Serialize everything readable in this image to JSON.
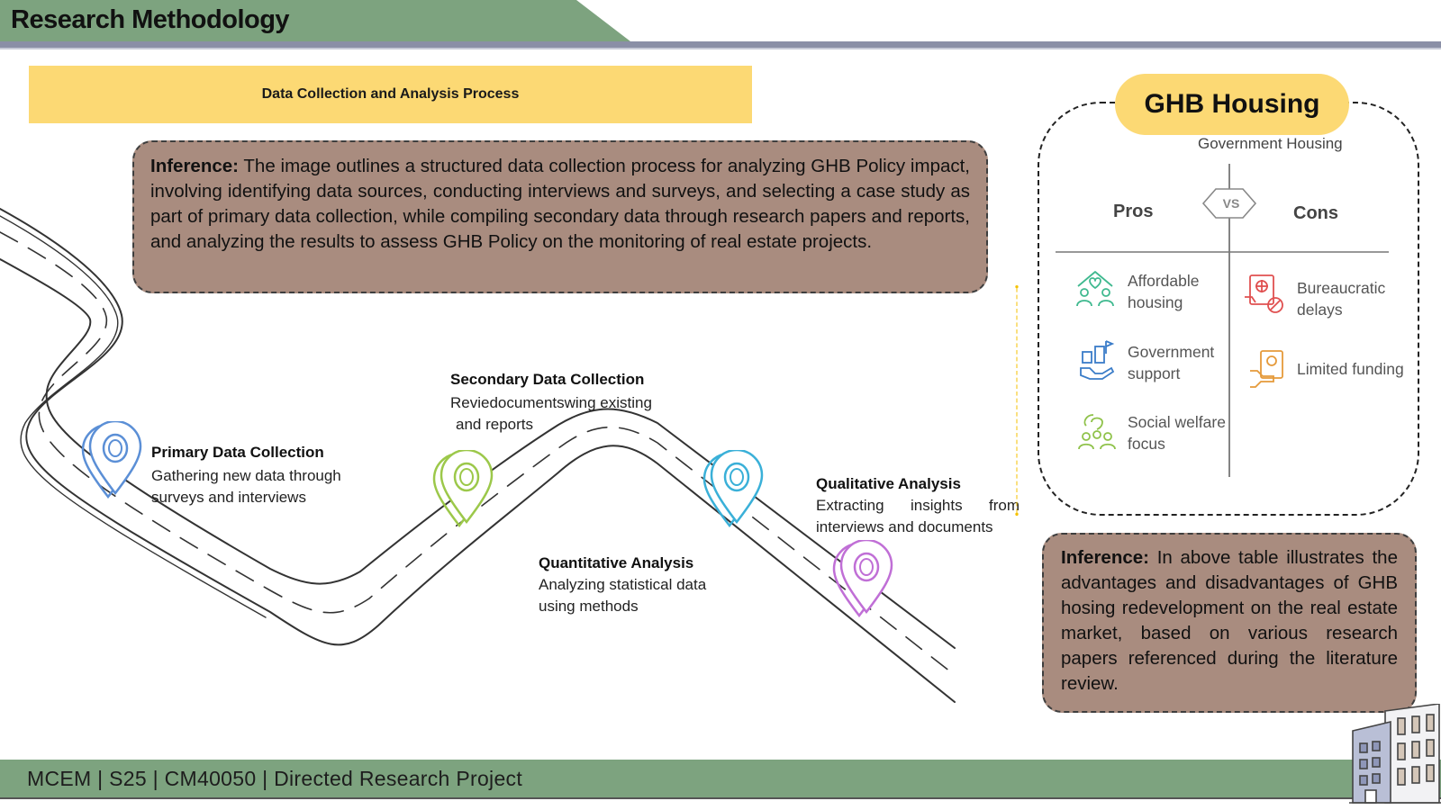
{
  "header": {
    "title": "Research Methodology"
  },
  "process_banner": {
    "title": "Data Collection and Analysis Process"
  },
  "main_inference": {
    "label": "Inference:",
    "text": "The image outlines a structured data collection process for analyzing GHB Policy impact, involving identifying data sources, conducting interviews and surveys, and selecting a case study as part of primary data collection, while compiling secondary data through research papers and reports, and analyzing the results to assess GHB Policy on the monitoring of real estate projects."
  },
  "stages": [
    {
      "title": "Primary Data Collection",
      "desc_line1": "Gathering new data through",
      "desc_line2": "surveys and interviews",
      "color": "#5b8fd6"
    },
    {
      "title": "Secondary Data Collection",
      "desc_line1": "Reviedocumentswing existing",
      "desc_line2": "and reports",
      "color": "#9cc84a"
    },
    {
      "title": "Quantitative Analysis",
      "desc_line1": "Analyzing statistical data",
      "desc_line2": "using methods",
      "color": "#3ab0d8"
    },
    {
      "title": "Qualitative Analysis",
      "desc_line1": "Extracting insights from",
      "desc_line2": "interviews and documents",
      "color": "#c06fd6"
    }
  ],
  "comparison": {
    "title": "GHB Housing",
    "subtitle": "Government Housing",
    "vs": "VS",
    "pros_label": "Pros",
    "cons_label": "Cons",
    "pros": [
      {
        "line1": "Affordable",
        "line2": "housing",
        "icon": "affordable-housing-icon",
        "color": "#3fb98f"
      },
      {
        "line1": "Government",
        "line2": "support",
        "icon": "government-support-icon",
        "color": "#3a7cc8"
      },
      {
        "line1": "Social welfare",
        "line2": "focus",
        "icon": "social-welfare-icon",
        "color": "#8fc24a"
      }
    ],
    "cons": [
      {
        "line1": "Bureaucratic",
        "line2": "delays",
        "icon": "bureaucratic-delays-icon",
        "color": "#e05050"
      },
      {
        "line1": "Limited funding",
        "line2": "",
        "icon": "limited-funding-icon",
        "color": "#e59a3a"
      }
    ]
  },
  "right_inference": {
    "label": "Inference:",
    "text": "In above table illustrates the advantages and disadvantages of GHB hosing redevelopment on the real estate market, based on various research papers referenced during the literature review."
  },
  "footer": {
    "text": "MCEM  | S25 |  CM40050 | Directed Research Project"
  },
  "colors": {
    "header_green": "#7da37f",
    "banner_yellow": "#fcd974",
    "inference_brown": "#a98c7f",
    "divider_yellow": "#f5c200"
  }
}
